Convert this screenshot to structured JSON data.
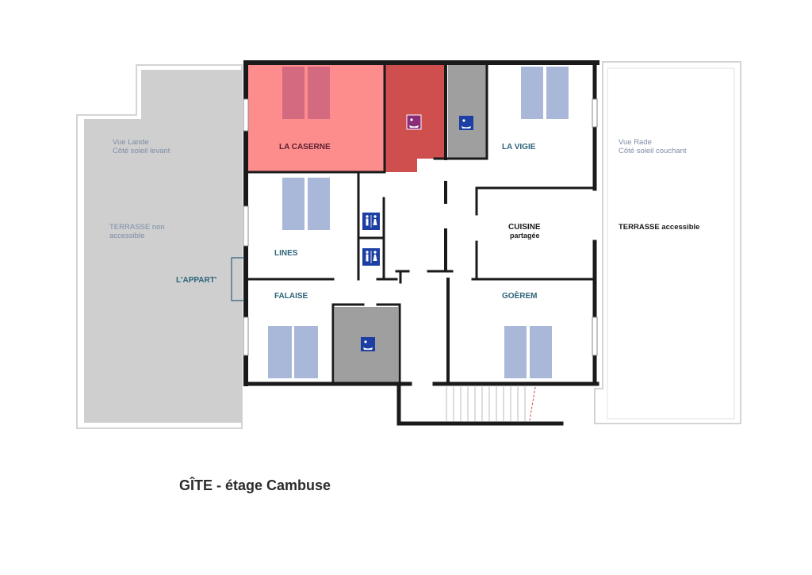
{
  "colors": {
    "caserne": "#fd8c8c",
    "caserne_dark": "#cf4f4f",
    "bath_gray": "#9f9f9f",
    "terrace_gray": "#cfcfcf",
    "bed": "#a9b7d9",
    "wall": "#1a1a1a",
    "label_teal": "#2d6479",
    "terrace_text": "#7c8ca6",
    "icon_blue": "#1d3fa3",
    "icon_purple": "#8b2c7a"
  },
  "icons": {
    "shower": "shower-icon",
    "wc": "wc-icon"
  },
  "rooms": {
    "caserne": "LA CASERNE",
    "vigie": "LA VIGIE",
    "lines": "LINES",
    "appart": "L'APPART'",
    "falaise": "FALAISE",
    "goerem": "GOÈREM",
    "cuisine_line1": "CUISINE",
    "cuisine_line2": "partagée"
  },
  "terraces": {
    "left_view_line1": "Vue Lande",
    "left_view_line2": "Côté soleil levant",
    "left_label_line1": "TERRASSE non",
    "left_label_line2": "accessible",
    "right_view_line1": "Vue Rade",
    "right_view_line2": "Côté soleil couchant",
    "right_label": "TERRASSE accessible"
  },
  "caption": "GÎTE - étage Cambuse"
}
